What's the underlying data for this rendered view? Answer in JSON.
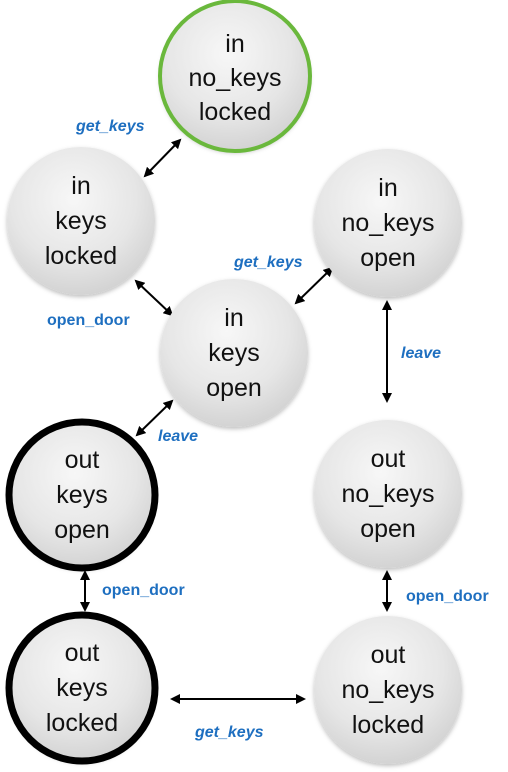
{
  "nodes": {
    "in_nokeys_locked": {
      "lines": [
        "in",
        "no_keys",
        "locked"
      ],
      "ring_color": "#6ab83c"
    },
    "in_keys_locked": {
      "lines": [
        "in",
        "keys",
        "locked"
      ]
    },
    "in_nokeys_open": {
      "lines": [
        "in",
        "no_keys",
        "open"
      ]
    },
    "in_keys_open": {
      "lines": [
        "in",
        "keys",
        "open"
      ]
    },
    "out_keys_open": {
      "lines": [
        "out",
        "keys",
        "open"
      ],
      "ring_color": "#000000"
    },
    "out_nokeys_open": {
      "lines": [
        "out",
        "no_keys",
        "open"
      ]
    },
    "out_keys_locked": {
      "lines": [
        "out",
        "keys",
        "locked"
      ],
      "ring_color": "#000000"
    },
    "out_nokeys_locked": {
      "lines": [
        "out",
        "no_keys",
        "locked"
      ]
    }
  },
  "edges": {
    "get_keys_top": "get_keys",
    "open_door_left": "open_door",
    "get_keys_right": "get_keys",
    "leave_left": "leave",
    "leave_right": "leave",
    "open_door_bottom_left": "open_door",
    "open_door_bottom_right": "open_door",
    "get_keys_bottom": "get_keys"
  },
  "colors": {
    "label_blue": "#1e6fc0",
    "node_fill_light": "#f4f4f4",
    "node_fill_dark": "#d2d2d2"
  }
}
